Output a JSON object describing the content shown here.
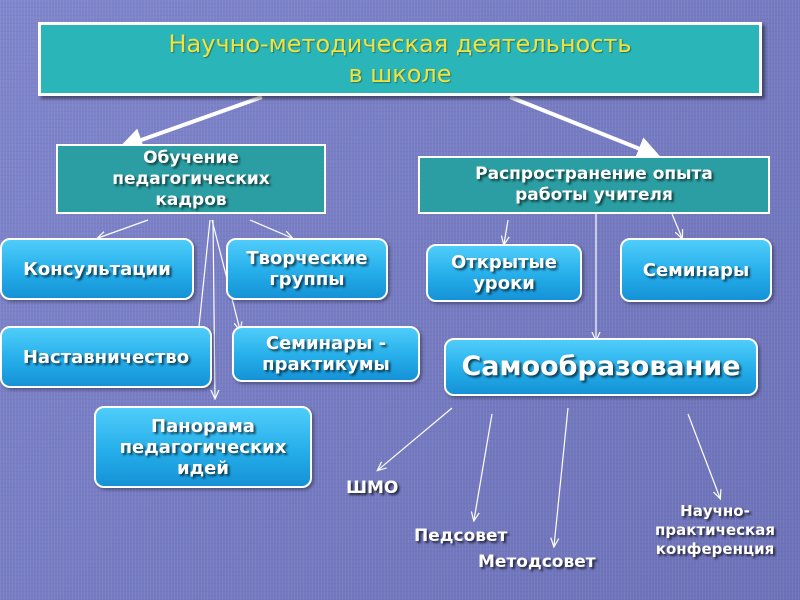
{
  "title": {
    "line1": "Научно-методическая  деятельность",
    "line2": "в школе"
  },
  "branches": {
    "training": {
      "line1": "Обучение",
      "line2": "педагогических",
      "line3": "кадров"
    },
    "experience": {
      "line1": "Распространение опыта",
      "line2": "работы  учителя"
    }
  },
  "nodes": {
    "consultations": "Консультации",
    "creative_groups": {
      "line1": "Творческие",
      "line2": "группы"
    },
    "mentoring": "Наставничество",
    "seminars_practicums": {
      "line1": "Семинары -",
      "line2": "практикумы"
    },
    "panorama": {
      "line1": "Панорама",
      "line2": "педагогических",
      "line3": "идей"
    },
    "open_lessons": {
      "line1": "Открытые",
      "line2": "уроки"
    },
    "seminars": "Семинары",
    "self_education": "Самообразование"
  },
  "outcomes": {
    "shmo": "ШМО",
    "pedsovet": "Педсовет",
    "metodsovet": "Методсовет",
    "conference": {
      "line1": "Научно-",
      "line2": "практическая",
      "line3": "конференция"
    }
  }
}
